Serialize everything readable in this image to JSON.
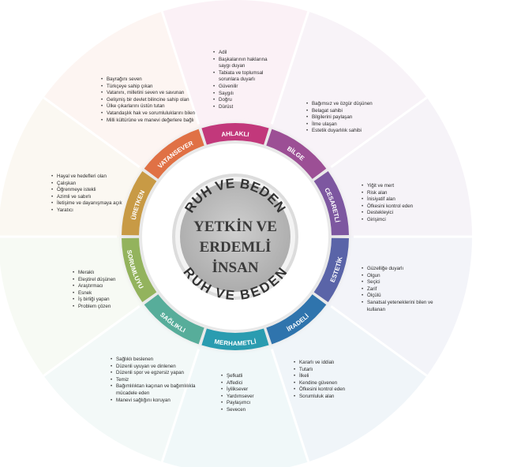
{
  "center": {
    "lines": [
      "YETKİN VE",
      "ERDEMLİ",
      "İNSAN"
    ],
    "ring_top": "RUH VE BEDEN",
    "ring_bottom": "RUH VE BEDEN"
  },
  "virtues": [
    {
      "label": "AHLAKLI",
      "color": "#c2387b",
      "items": [
        "Adil",
        "Başkalarının haklarına saygı duyan",
        "Tabiata ve toplumsal sorunlara duyarlı",
        "Güvenilir",
        "Saygılı",
        "Doğru",
        "Dürüst"
      ]
    },
    {
      "label": "BİLGE",
      "color": "#9c4f95",
      "items": [
        "Bağımsız ve özgür düşünen",
        "Belagat sahibi",
        "Bilgilerini paylaşan",
        "İlme ulaşan",
        "Estetik duyarlılık sahibi"
      ]
    },
    {
      "label": "CESARETLİ",
      "color": "#7d57a0",
      "items": [
        "Yiğit ve mert",
        "Risk alan",
        "İnisiyatif alan",
        "Öfkesini kontrol eden",
        "Destekleyici",
        "Girişimci"
      ]
    },
    {
      "label": "ESTETİK",
      "color": "#5a64a8",
      "items": [
        "Güzelliğe duyarlı",
        "Olgun",
        "Seçici",
        "Zarif",
        "Ölçülü",
        "Sanatsal yeteneklerini bilen ve kullanan"
      ]
    },
    {
      "label": "İRADELİ",
      "color": "#2f74ad",
      "items": [
        "Kararlı ve iddialı",
        "Tutarlı",
        "İlkeli",
        "Kendine güvenen",
        "Öfkesini kontrol eden",
        "Sorumluluk alan"
      ]
    },
    {
      "label": "MERHAMETLİ",
      "color": "#2a9cb0",
      "items": [
        "Şefkatli",
        "Affedici",
        "İyiliksever",
        "Yardımsever",
        "Paylaşımcı",
        "Sevecen"
      ]
    },
    {
      "label": "SAĞLIKLI",
      "color": "#57ad9a",
      "items": [
        "Sağlıklı beslenen",
        "Düzenli uyuyan ve dinlenen",
        "Düzenli spor ve egzersiz yapan",
        "Temiz",
        "Bağımlılıktan kaçınan ve bağımlılıkla mücadele eden",
        "Manevi sağlığını koruyan"
      ]
    },
    {
      "label": "SORUMLUYU",
      "color": "#93b35d",
      "items": [
        "Meraklı",
        "Eleştirel düşünen",
        "Araştırmacı",
        "Esnek",
        "İş birliği yapan",
        "Problem çözen"
      ]
    },
    {
      "label": "ÜRETKEN",
      "color": "#c89a45",
      "items": [
        "Hayal ve hedefleri olan",
        "Çalışkan",
        "Öğrenmeye istekli",
        "Azimli ve sabırlı",
        "İletişime ve dayanışmaya açık",
        "Yaratıcı"
      ]
    },
    {
      "label": "VATANSEVER",
      "color": "#e07145",
      "items": [
        "Bayrağını seven",
        "Türkçeye sahip çıkan",
        "Vatanını, milletini seven ve savunan",
        "Gelişmiş bir devlet bilincine sahip olan",
        "Ülke çıkarlarını üstün tutan",
        "Vatandaşlık hak ve sorumluluklarını bilen",
        "Milli kültürüne ve manevi değerlere bağlı"
      ]
    }
  ]
}
